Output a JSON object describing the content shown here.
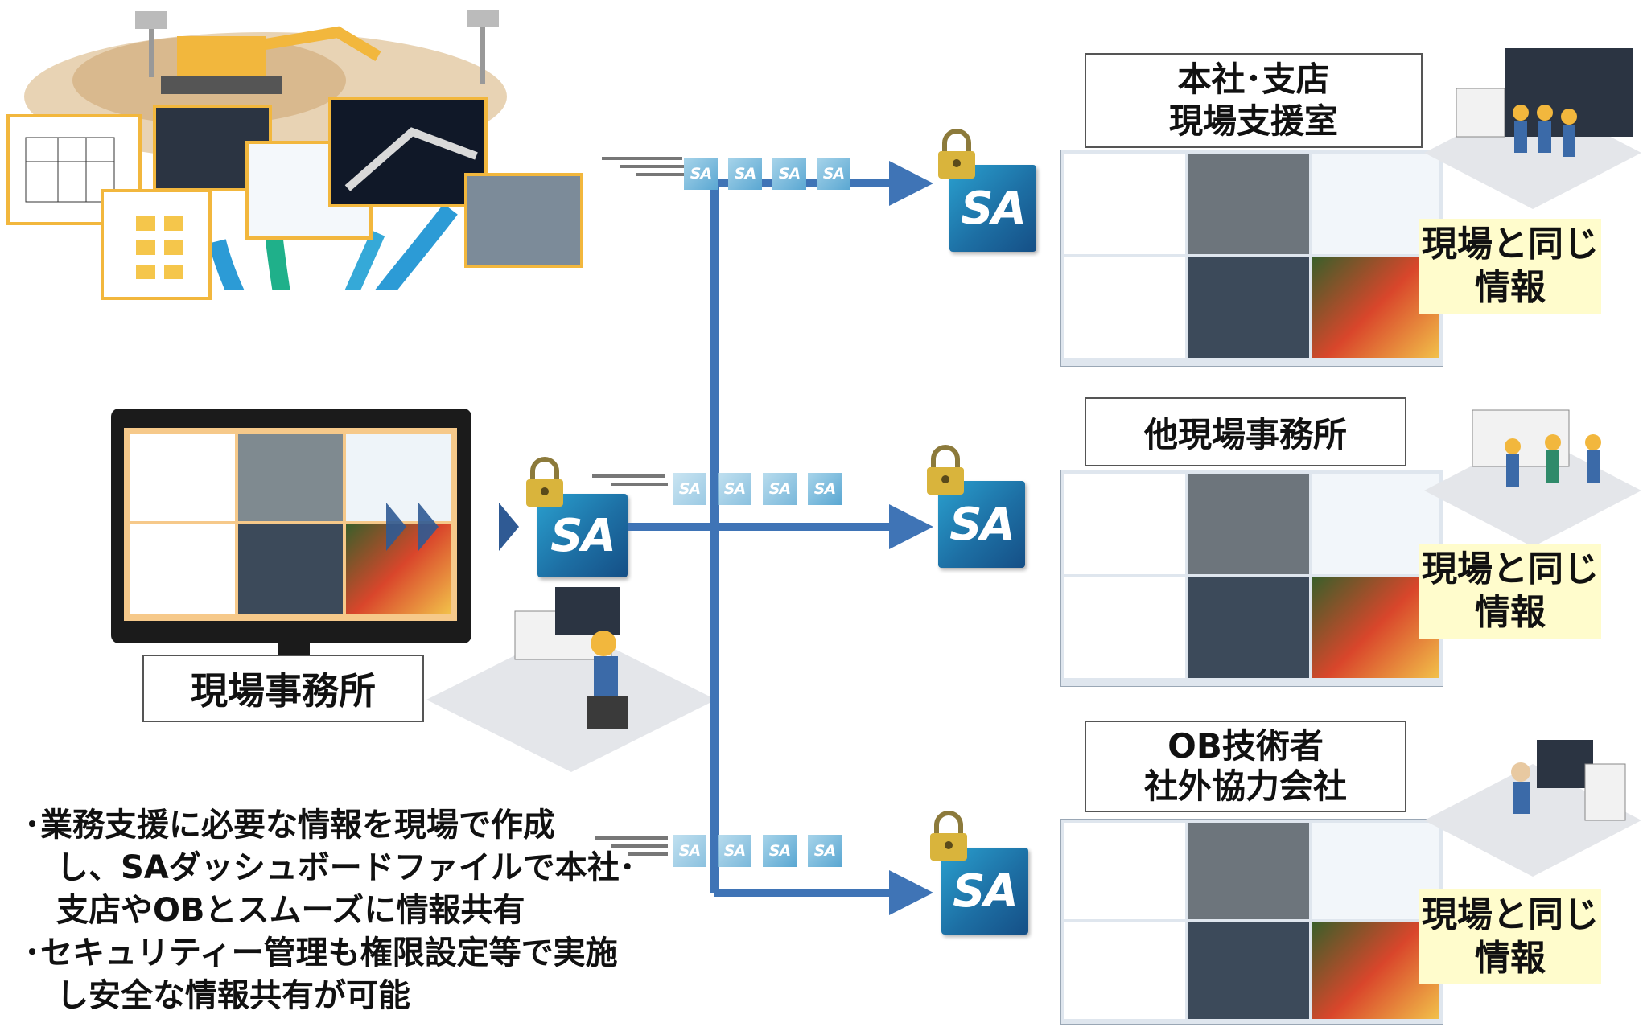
{
  "nodes": {
    "source": {
      "label": "現場事務所"
    },
    "headquarters": {
      "line1": "本社･支店",
      "line2": "現場支援室"
    },
    "other_site": {
      "label": "他現場事務所"
    },
    "ob": {
      "line1": "OB技術者",
      "line2": "社外協力会社"
    }
  },
  "same_info": {
    "line1": "現場と同じ",
    "line2": "情報"
  },
  "sa_logo": "SA",
  "bullets": [
    "･業務支援に必要な情報を現場で作成",
    "　し、SAダッシュボードファイルで本社･",
    "　支店やOBとスムーズに情報共有",
    "･セキュリティー管理も権限設定等で実施",
    "　し安全な情報共有が可能"
  ],
  "colors": {
    "arrow_blue": "#3f74b6",
    "note_yellow": "#fffccc",
    "frame_orange": "#f2a93b",
    "monitor_black": "#1b1b1b"
  }
}
